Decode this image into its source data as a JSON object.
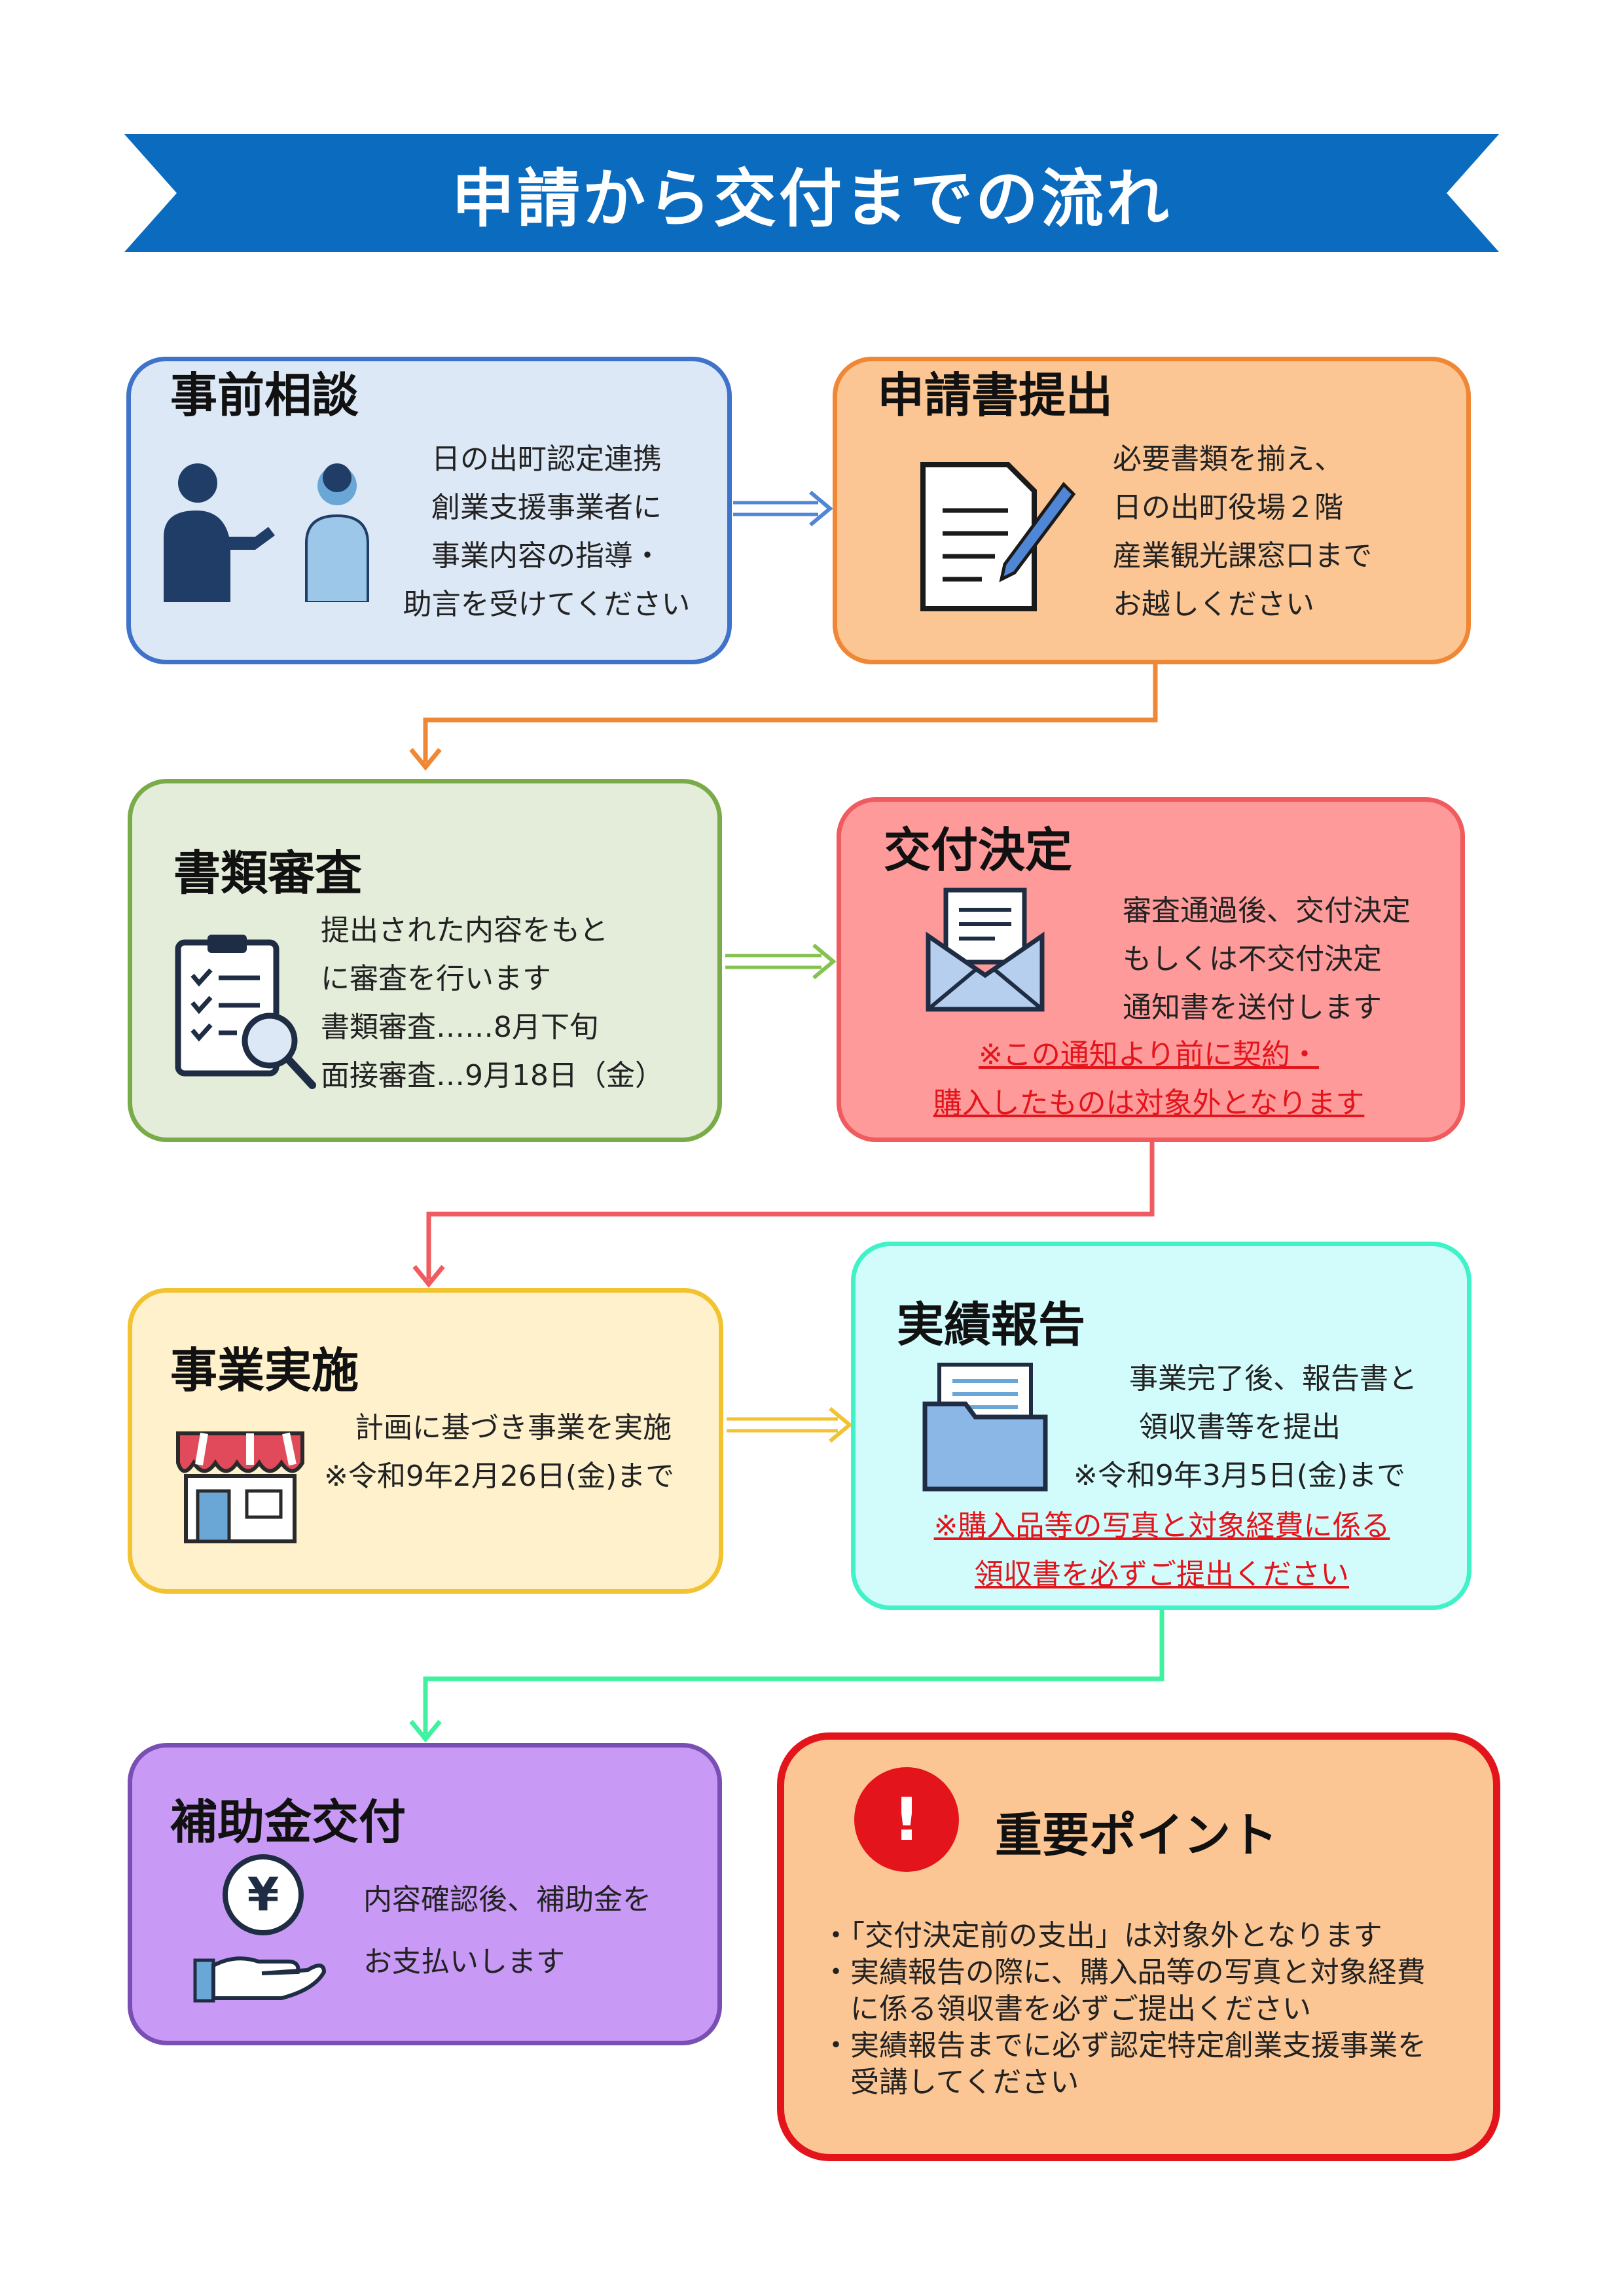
{
  "banner": {
    "title": "申請から交付までの流れ",
    "color": "#0a6bbf"
  },
  "steps": {
    "consult": {
      "title": "事前相談",
      "lines": [
        "日の出町認定連携",
        "創業支援事業者に",
        "事業内容の指導・",
        "助言を受けてください"
      ],
      "border": "#3f72c9",
      "fill": "#dde8f6",
      "icon": "consultation-people-icon"
    },
    "apply": {
      "title": "申請書提出",
      "lines": [
        "必要書類を揃え、",
        "日の出町役場２階",
        "産業観光課窓口まで",
        "お越しください"
      ],
      "border": "#ef8734",
      "fill": "#fcc694",
      "icon": "document-pen-icon"
    },
    "review": {
      "title": "書類審査",
      "lines": [
        "提出された内容をもと",
        "に審査を行います",
        "書類審査……8月下旬",
        " 面接審査…9月18日（金）"
      ],
      "border": "#79ac48",
      "fill": "#e3edd9",
      "icon": "clipboard-magnifier-icon"
    },
    "decision": {
      "title": "交付決定",
      "lines": [
        "審査通過後、交付決定",
        "もしくは不交付決定",
        "通知書を送付します"
      ],
      "warning": [
        "※この通知より前に契約・",
        "購入したものは対象外となります"
      ],
      "border": "#ef5b5f",
      "fill": "#fe9a9a",
      "icon": "envelope-letter-icon"
    },
    "implement": {
      "title": "事業実施",
      "lines": [
        "計画に基づき事業を実施",
        "※令和9年2月26日(金)まで"
      ],
      "border": "#f2c230",
      "fill": "#fef1cc",
      "icon": "storefront-icon"
    },
    "report": {
      "title": "実績報告",
      "lines": [
        "事業完了後、報告書と",
        "領収書等を提出",
        "※令和9年3月5日(金)まで"
      ],
      "warning": [
        "※購入品等の写真と対象経費に係る",
        "領収書を必ずご提出ください"
      ],
      "border": "#3ff2c8",
      "fill": "#d2fcfc",
      "icon": "folder-documents-icon"
    },
    "payment": {
      "title": "補助金交付",
      "lines": [
        "内容確認後、補助金を",
        "お支払いします"
      ],
      "border": "#7a4fb4",
      "fill": "#c89af6",
      "icon": "yen-hand-icon",
      "yen": "¥"
    }
  },
  "important": {
    "mark": "!",
    "title": "重要ポイント",
    "border": "#e3141b",
    "fill": "#fcc694",
    "items": [
      "・「交付決定前の支出」は対象外となります",
      "・実績報告の際に、購入品等の写真と対象経費",
      "　に係る領収書を必ずご提出ください",
      "・実績報告までに必ず認定特定創業支援事業を",
      "　受講してください"
    ]
  }
}
